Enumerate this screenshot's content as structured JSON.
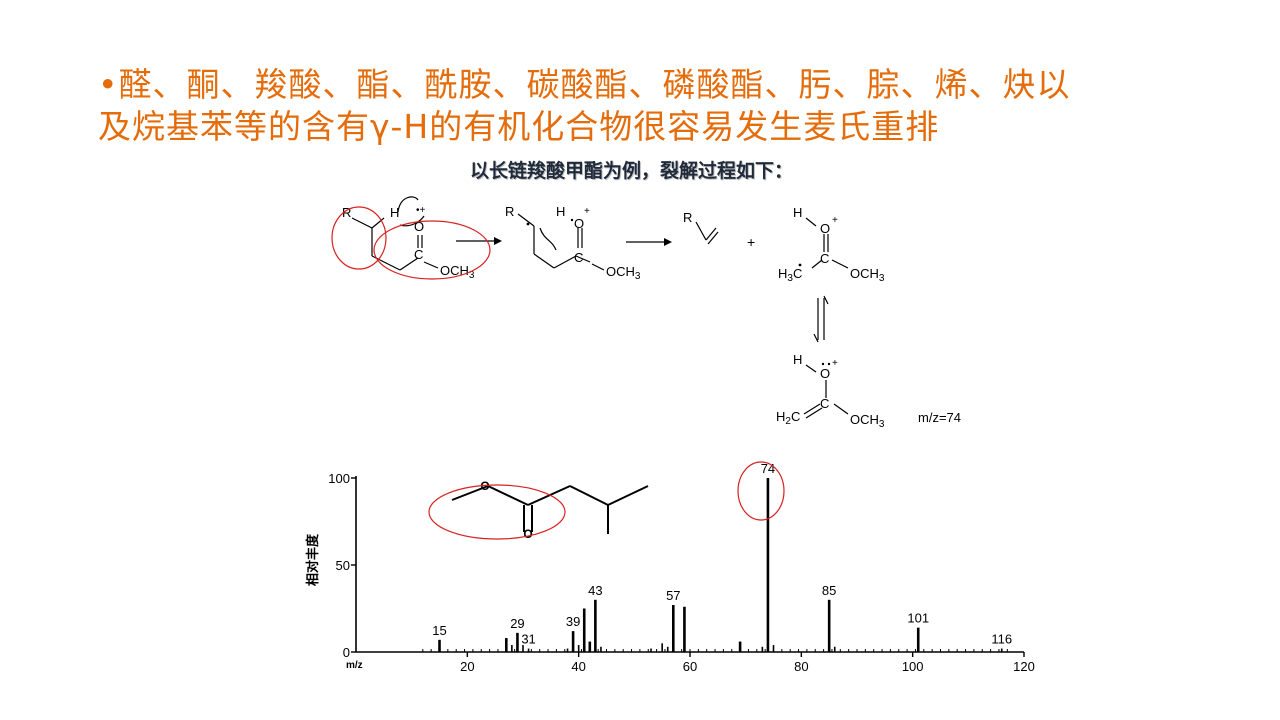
{
  "headline": {
    "bullet": "•",
    "line1": "醛、酮、羧酸、酯、酰胺、碳酸酯、磷酸酯、肟、腙、烯、炔以",
    "line2": "及烷基苯等的含有γ-H的有机化合物很容易发生麦氏重排"
  },
  "subtitle": "以长链羧酸甲酯为例，裂解过程如下：",
  "mechanism": {
    "s1": {
      "r": "R",
      "h": "H",
      "o": "O",
      "c": "C",
      "och3": "OCH3",
      "plus_dot": "•+"
    },
    "s2": {
      "r": "R",
      "h": "H",
      "o": "O",
      "c": "C",
      "och3": "OCH3",
      "plus": "+"
    },
    "alkene_r": "R",
    "plus_sign": "+",
    "enol": {
      "h": "H",
      "o": "O",
      "c": "C",
      "h3c": "H3C",
      "och3": "OCH3",
      "plus": "+"
    },
    "product": {
      "h": "H",
      "o": "O",
      "c": "C",
      "h2c": "H2C",
      "och3": "OCH3",
      "plus": "+"
    },
    "mz_label": "m/z=74"
  },
  "chart_data": {
    "type": "bar",
    "title": "",
    "xlabel": "m/z",
    "ylabel": "相对丰度",
    "xlim": [
      0,
      120
    ],
    "ylim": [
      0,
      100
    ],
    "xticks": [
      20,
      40,
      60,
      80,
      100,
      120
    ],
    "yticks": [
      0,
      50,
      100
    ],
    "peaks": [
      {
        "mz": 15,
        "intensity": 7,
        "label": "15"
      },
      {
        "mz": 27,
        "intensity": 8
      },
      {
        "mz": 28,
        "intensity": 4
      },
      {
        "mz": 29,
        "intensity": 11,
        "label": "29"
      },
      {
        "mz": 30,
        "intensity": 4
      },
      {
        "mz": 31,
        "intensity": 2,
        "label": "31"
      },
      {
        "mz": 38,
        "intensity": 2
      },
      {
        "mz": 39,
        "intensity": 12,
        "label": "39"
      },
      {
        "mz": 40,
        "intensity": 4
      },
      {
        "mz": 41,
        "intensity": 25
      },
      {
        "mz": 42,
        "intensity": 6
      },
      {
        "mz": 43,
        "intensity": 30,
        "label": "43"
      },
      {
        "mz": 44,
        "intensity": 3
      },
      {
        "mz": 53,
        "intensity": 2
      },
      {
        "mz": 55,
        "intensity": 5
      },
      {
        "mz": 56,
        "intensity": 3
      },
      {
        "mz": 57,
        "intensity": 27,
        "label": "57"
      },
      {
        "mz": 59,
        "intensity": 26
      },
      {
        "mz": 69,
        "intensity": 6
      },
      {
        "mz": 73,
        "intensity": 3
      },
      {
        "mz": 74,
        "intensity": 100,
        "label": "74"
      },
      {
        "mz": 75,
        "intensity": 4
      },
      {
        "mz": 85,
        "intensity": 30,
        "label": "85"
      },
      {
        "mz": 86,
        "intensity": 3
      },
      {
        "mz": 101,
        "intensity": 14,
        "label": "101"
      },
      {
        "mz": 116,
        "intensity": 2,
        "label": "116"
      }
    ],
    "structure_atom": "O"
  },
  "colors": {
    "headline": "#e46c0a",
    "annotation_circle": "#d82020",
    "ink": "#000000"
  }
}
